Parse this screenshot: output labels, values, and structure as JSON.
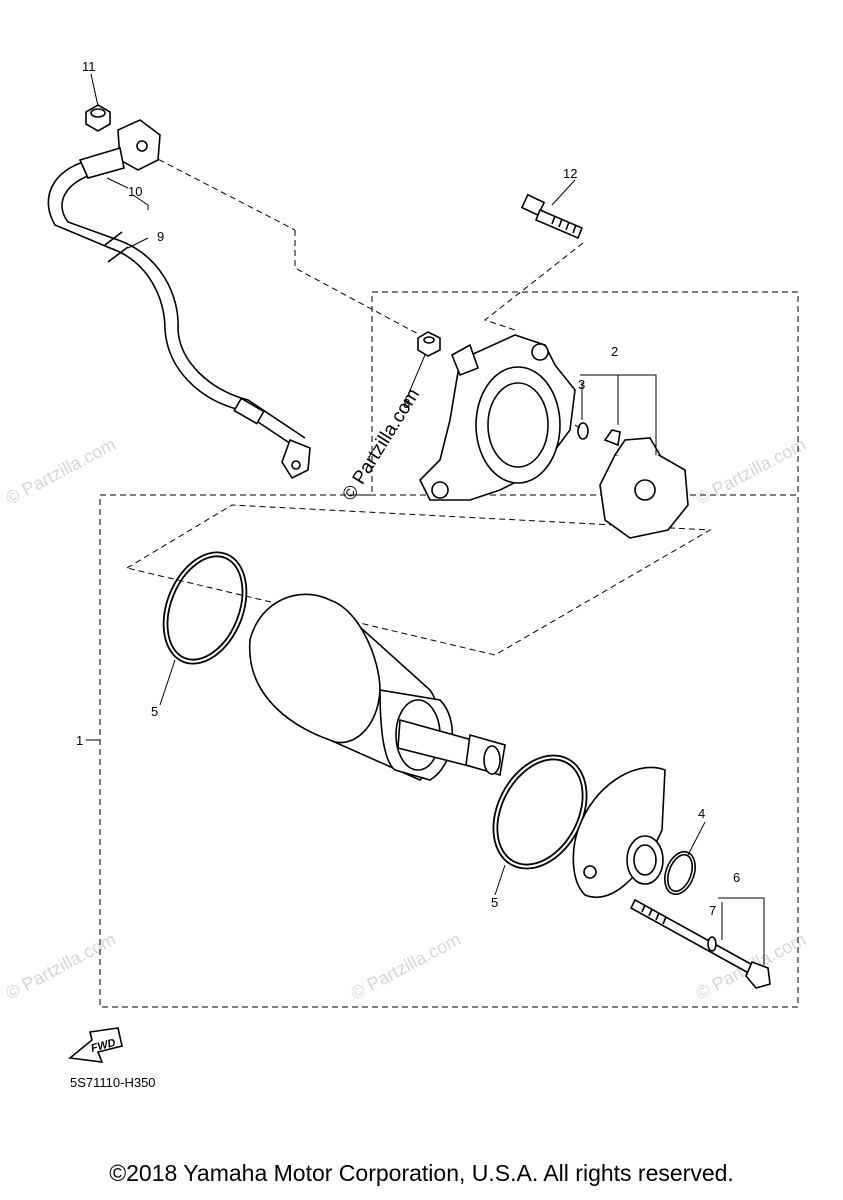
{
  "callouts": {
    "p1": "1",
    "p2": "2",
    "p3": "3",
    "p4": "4",
    "p5a": "5",
    "p5b": "5",
    "p6": "6",
    "p7": "7",
    "p8": "8",
    "p9": "9",
    "p10": "10",
    "p11": "11",
    "p12": "12"
  },
  "fwd_label": "FWD",
  "diagram_code": "5S71110-H350",
  "copyright": "©2018 Yamaha Motor Corporation, U.S.A. All rights reserved.",
  "watermark": {
    "main": "© Partzilla.com",
    "tile": "© Partzilla.com"
  }
}
